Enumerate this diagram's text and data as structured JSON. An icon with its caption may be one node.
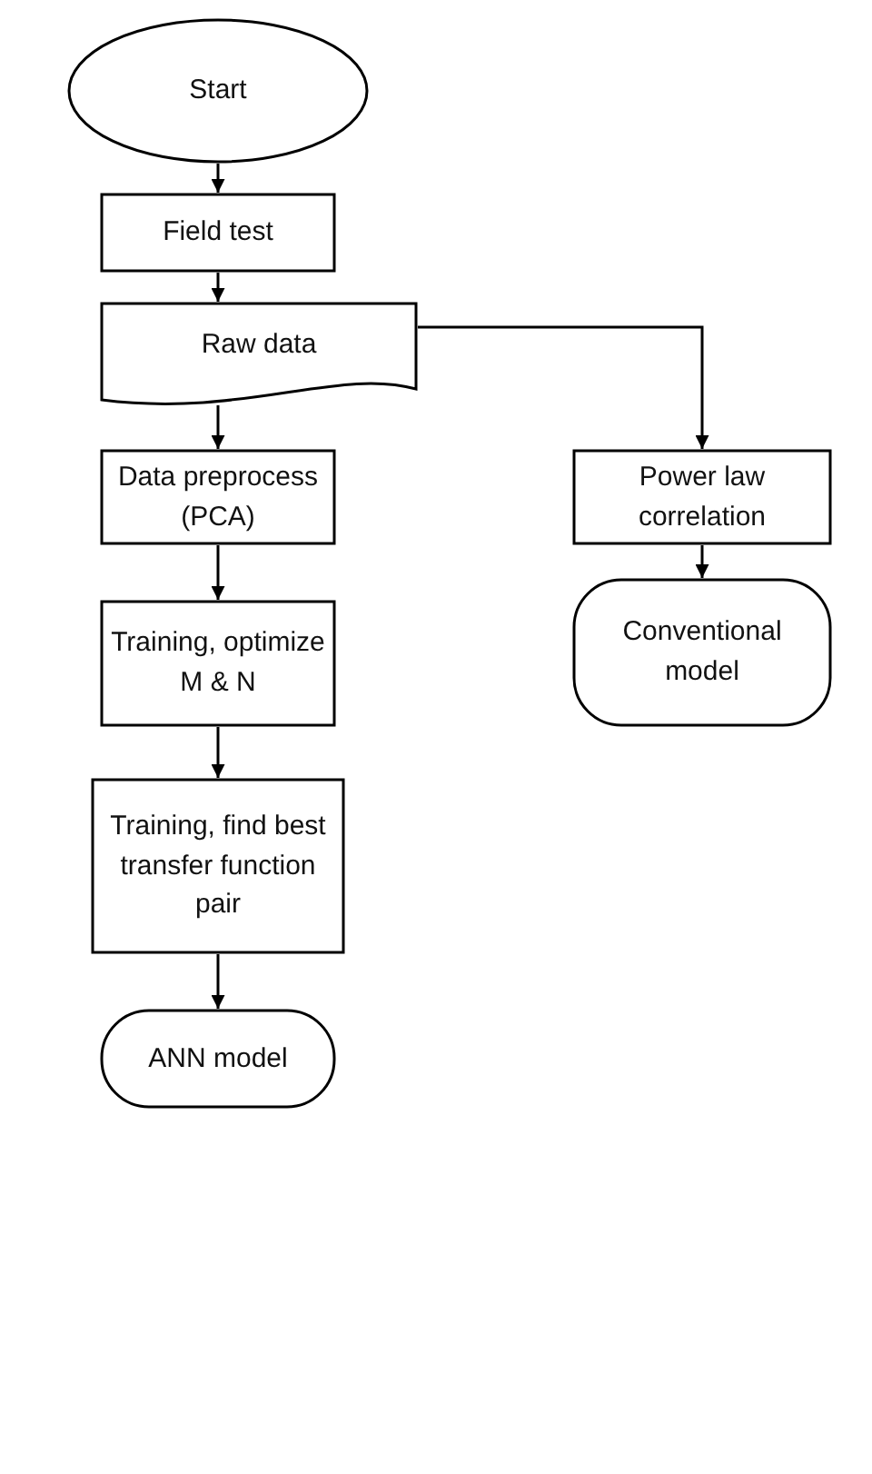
{
  "diagram": {
    "nodes": [
      {
        "text": [
          "Start"
        ]
      },
      {
        "text": [
          "Field test"
        ]
      },
      {
        "text": [
          "Raw data"
        ]
      },
      {
        "text": [
          "Data preprocess (PCA)"
        ]
      },
      {
        "text": [
          "Power law correlation"
        ]
      },
      {
        "text": [
          "Training, optimize M & N"
        ]
      },
      {
        "text": [
          "Conventional model"
        ]
      },
      {
        "text": [
          "Training, find best transfer function pair"
        ]
      },
      {
        "text": [
          "ANN model"
        ]
      }
    ],
    "edges": [
      {
        "from": 0,
        "to": 1,
        "arrow": "to"
      },
      {
        "from": 1,
        "to": 2,
        "arrow": "to"
      },
      {
        "from": 2,
        "to": 3,
        "arrow": "to"
      },
      {
        "from": 2,
        "to": 4,
        "arrow": "to"
      },
      {
        "from": 3,
        "to": 5,
        "arrow": "to"
      },
      {
        "from": 4,
        "to": 6,
        "arrow": "to"
      },
      {
        "from": 5,
        "to": 7,
        "arrow": "to"
      },
      {
        "from": 7,
        "to": 8,
        "arrow": "to"
      }
    ]
  }
}
